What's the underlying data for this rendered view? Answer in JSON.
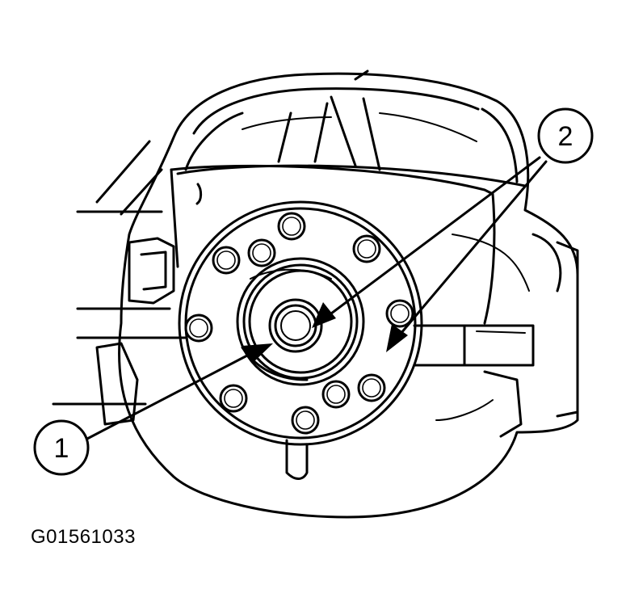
{
  "figure_id": "G01561033",
  "callouts": [
    {
      "number": "1"
    },
    {
      "number": "2"
    }
  ]
}
